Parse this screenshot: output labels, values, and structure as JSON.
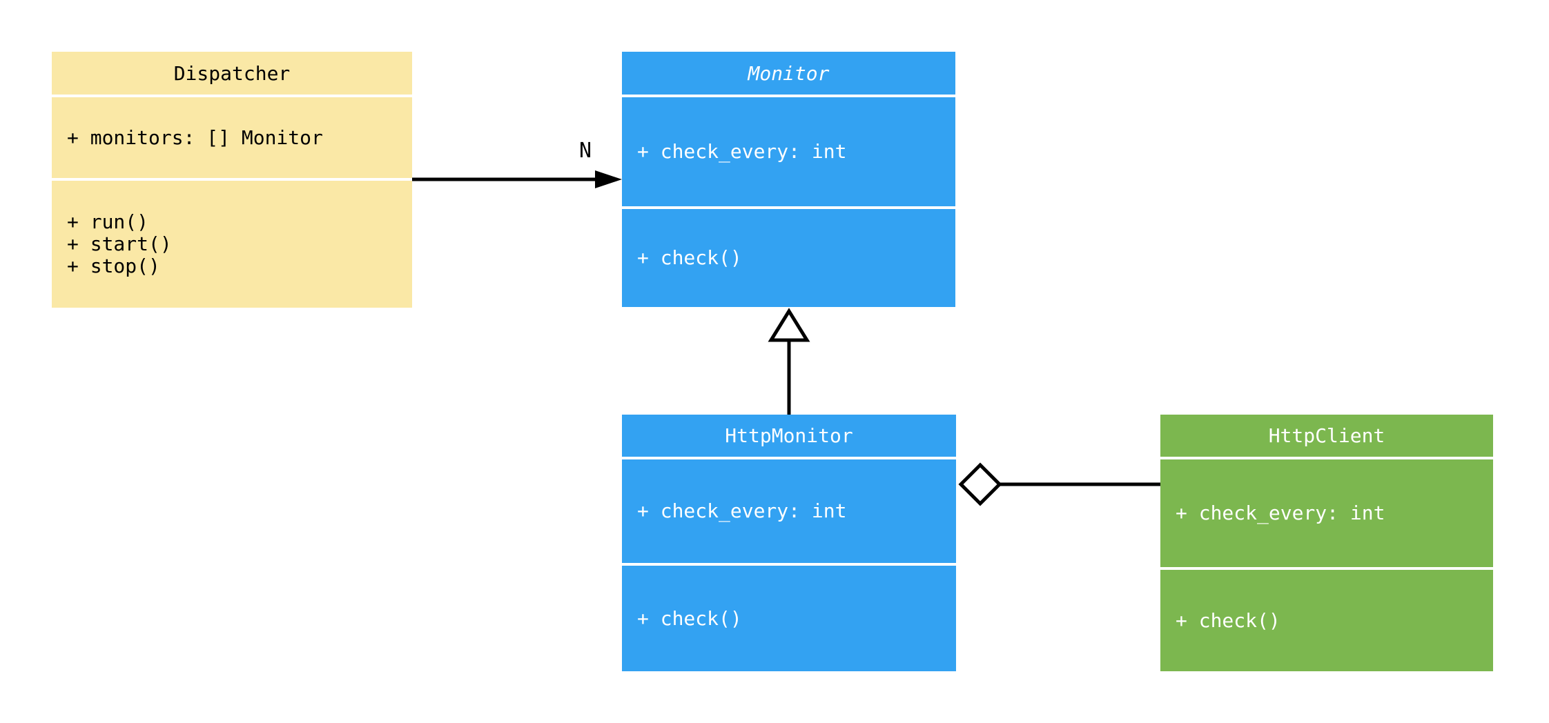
{
  "diagram": {
    "kind": "uml-class-diagram",
    "colors": {
      "dispatcher_fill": "#FAE8A6",
      "monitor_fill": "#33A2F2",
      "http_monitor_fill": "#33A2F2",
      "http_client_fill": "#7CB74F",
      "dark_text": "#000000",
      "light_text": "#FFFFFF",
      "connector": "#000000"
    },
    "classes": [
      {
        "name": "Dispatcher",
        "abstract": false,
        "fill": "#FAE8A6",
        "text_color": "#000000",
        "attributes": [
          "+ monitors: [] Monitor"
        ],
        "methods": [
          "+ run()",
          "+ start()",
          "+ stop()"
        ]
      },
      {
        "name": "Monitor",
        "abstract": true,
        "fill": "#33A2F2",
        "text_color": "#FFFFFF",
        "attributes": [
          "+ check_every: int"
        ],
        "methods": [
          "+ check()"
        ]
      },
      {
        "name": "HttpMonitor",
        "abstract": false,
        "fill": "#33A2F2",
        "text_color": "#FFFFFF",
        "attributes": [
          "+ check_every: int"
        ],
        "methods": [
          "+ check()"
        ]
      },
      {
        "name": "HttpClient",
        "abstract": false,
        "fill": "#7CB74F",
        "text_color": "#FFFFFF",
        "attributes": [
          "+ check_every: int"
        ],
        "methods": [
          "+ check()"
        ]
      }
    ],
    "relationships": [
      {
        "type": "directed-association",
        "from": "Dispatcher",
        "to": "Monitor",
        "label": "N"
      },
      {
        "type": "generalization",
        "from": "HttpMonitor",
        "to": "Monitor",
        "label": ""
      },
      {
        "type": "aggregation",
        "from": "HttpMonitor",
        "to": "HttpClient",
        "label": ""
      }
    ]
  }
}
